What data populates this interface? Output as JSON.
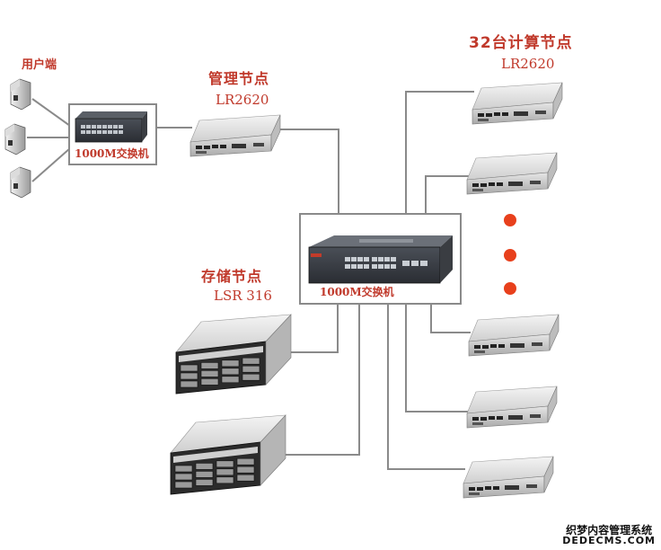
{
  "labels": {
    "clients": "用户端",
    "management_node": "管理节点",
    "management_model": "LR2620",
    "compute_nodes": "32台计算节点",
    "compute_model": "LR2620",
    "storage_node": "存储节点",
    "storage_model": "LSR 316",
    "left_switch": "1000M交换机",
    "center_switch": "1000M交换机"
  },
  "watermark": {
    "line1": "织梦内容管理系统",
    "line2": "DEDECMS.COM"
  },
  "colors": {
    "label": "#c0392b",
    "line": "#8a8a8a",
    "dot": "#e8401c"
  }
}
